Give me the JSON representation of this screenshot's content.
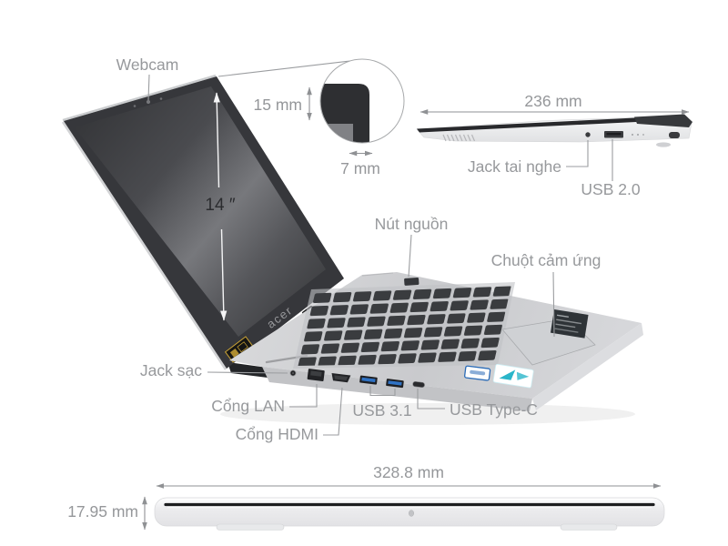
{
  "branding": {
    "logo": "acer"
  },
  "open_view": {
    "webcam": "Webcam",
    "screen_size": "14 ″",
    "power_button": "Nút nguồn",
    "touchpad": "Chuột cảm ứng",
    "charging_jack": "Jack sạc",
    "lan_port": "Cổng LAN",
    "hdmi_port": "Cổng HDMI",
    "usb_31": "USB 3.1",
    "usb_type_c": "USB Type-C"
  },
  "bezel_detail": {
    "top_bezel": "15 mm",
    "side_bezel": "7 mm"
  },
  "side_view": {
    "depth": "236 mm",
    "headphone_jack": "Jack tai nghe",
    "usb_20": "USB 2.0"
  },
  "front_view": {
    "width": "328.8 mm",
    "thickness": "17.95 mm"
  },
  "colors": {
    "label_text": "#97999c",
    "leader_line": "#9b9da0",
    "dimension_line": "#8f9194",
    "lid_dark": "#36373b",
    "body_silver": "#cdcfd2",
    "usb_accent": "#2f72c4",
    "gold_accent": "#c9a235",
    "teal_accent": "#2ab5c9",
    "background": "#ffffff"
  }
}
